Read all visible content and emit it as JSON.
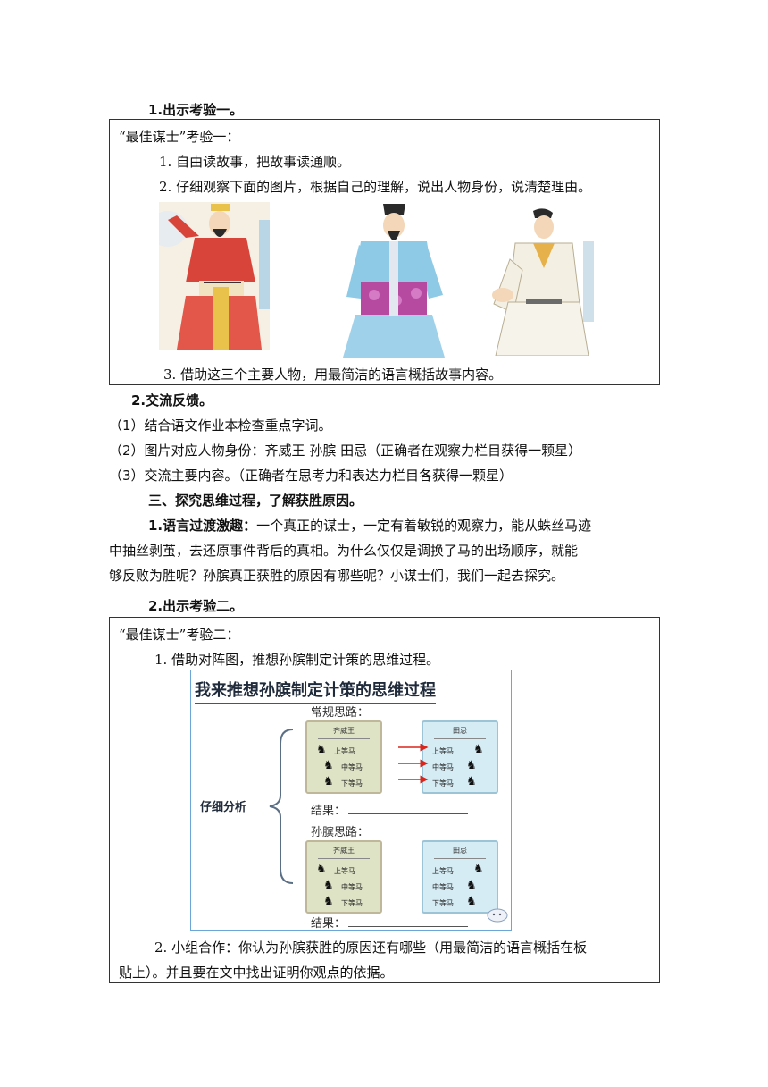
{
  "section1": {
    "heading": "1.出示考验一。",
    "box_title": "“最佳谋士”考验一：",
    "item1": "1. 自由读故事，把故事读通顺。",
    "item2": "2. 仔细观察下面的图片，根据自己的理解，说出人物身份，说清楚理由。",
    "item3": "3. 借助这三个主要人物，用最简洁的语言概括故事内容。"
  },
  "section2": {
    "heading": "2.交流反馈。",
    "lines": [
      "（1）结合语文作业本检查重点字词。",
      "（2）图片对应人物身份：齐威王  孙膑  田忌（正确者在观察力栏目获得一颗星）",
      "（3）交流主要内容。（正确者在思考力和表达力栏目各获得一颗星）"
    ]
  },
  "section3": {
    "heading": "三、探究思维过程，了解获胜原因。",
    "para_label": "1.语言过渡激趣：",
    "para_lines": [
      "一个真正的谋士，一定有着敏锐的观察力，能从蛛丝马迹",
      "中抽丝剥茧，去还原事件背后的真相。为什么仅仅是调换了马的出场顺序，就能",
      "够反败为胜呢？孙膑真正获胜的原因有哪些呢？小谋士们，我们一起去探究。"
    ]
  },
  "section4": {
    "heading": "2.出示考验二。",
    "box_title": "“最佳谋士”考验二：",
    "item1": "1. 借助对阵图，推想孙膑制定计策的思维过程。",
    "item2_line1": "2. 小组合作：你认为孙膑获胜的原因还有哪些（用最简洁的语言概括在板",
    "item2_line2": "贴上）。并且要在文中找出证明你观点的依据。"
  },
  "diagram": {
    "title": "我来推想孙膑制定计策的思维过程",
    "left_label": "仔细分析",
    "normal_label": "常规思路：",
    "sun_label": "孙膑思路：",
    "result_label": "结果：",
    "qi_name": "齐威王",
    "tian_name": "田忌",
    "grades": [
      "上等马",
      "中等马",
      "下等马"
    ],
    "horse_icon": "♞",
    "arrow_color": "#d9261c",
    "bracket_color": "#5a6f86"
  }
}
